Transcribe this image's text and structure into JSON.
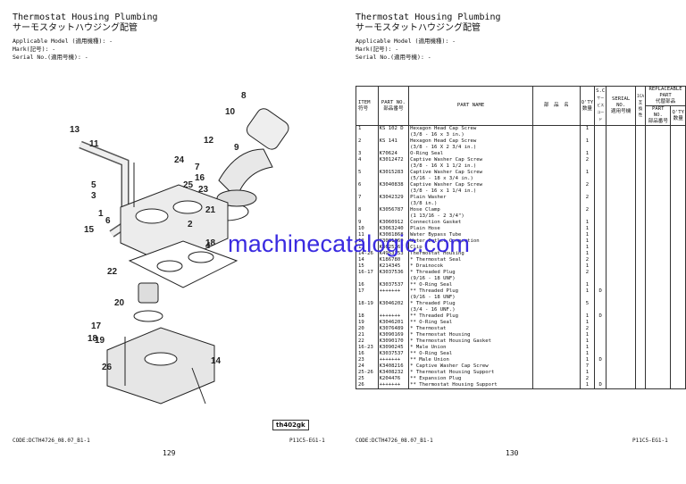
{
  "left": {
    "title_en": "Thermostat Housing Plumbing",
    "title_jp": "サーモスタットハウジング配管",
    "applicable_model": "Applicable Model (適用機種): -",
    "mark": "Mark(記号): -",
    "serial": "Serial No.(適用号機): -",
    "code": "CODE:DCTH4726_08.07_B1-1",
    "section": "P11C5-EG1-1",
    "page_number": "129",
    "figure_tag": "th402gk",
    "callouts": [
      "8",
      "10",
      "13",
      "9",
      "11",
      "12",
      "24",
      "7",
      "16",
      "25",
      "23",
      "21",
      "5",
      "3",
      "1",
      "6",
      "4",
      "22",
      "2",
      "20",
      "17",
      "19",
      "18",
      "18",
      "26",
      "15",
      "14"
    ]
  },
  "right": {
    "title_en": "Thermostat Housing Plumbing",
    "title_jp": "サーモスタットハウジング配管",
    "applicable_model": "Applicable Model (適用機種): -",
    "mark": "Mark(記号): -",
    "serial": "Serial No.(適用号機): -",
    "code": "CODE:DCTH4726_08.07_B1-1",
    "section": "P11C5-EG1-1",
    "page_number": "130",
    "headers": {
      "item": "ITEM",
      "item_jp": "符号",
      "part": "PART NO.",
      "part_jp": "部品番号",
      "name": "PART NAME",
      "name_jp": "部　品　名",
      "qty": "Q'TY",
      "qty_jp": "数量",
      "sc": "S.C",
      "sc_jp": "サービスコード",
      "serial": "SERIAL NO.",
      "serial_jp": "適用号機",
      "ica": "ICA",
      "ica_jp": "互換性",
      "replaceable": "REPLACEABLE PART",
      "replaceable_jp": "代替部品",
      "rp_part": "PART NO.",
      "rp_part_jp": "部品番号",
      "rp_qty": "Q'TY",
      "rp_qty_jp": "数量"
    },
    "rows": [
      {
        "item": "1",
        "part": "KS 102 D",
        "name": "Hexagon Head Cap Screw",
        "qty": "1",
        "sc": ""
      },
      {
        "item": "",
        "part": "",
        "name": "(3/8 - 16 x 3 in.)",
        "qty": "",
        "sc": ""
      },
      {
        "item": "2",
        "part": "KS 141",
        "name": "Hexagon Head Cap Screw",
        "qty": "1",
        "sc": ""
      },
      {
        "item": "",
        "part": "",
        "name": "(3/8 - 16 X 2 3/4 in.)",
        "qty": "",
        "sc": ""
      },
      {
        "item": "3",
        "part": "K70624",
        "name": "O-Ring Seal",
        "qty": "1",
        "sc": ""
      },
      {
        "item": "4",
        "part": "K3012472",
        "name": "Captive Washer Cap Screw",
        "qty": "2",
        "sc": ""
      },
      {
        "item": "",
        "part": "",
        "name": "(3/8 - 16 X 1 1/2 in.)",
        "qty": "",
        "sc": ""
      },
      {
        "item": "5",
        "part": "K3015283",
        "name": "Captive Washer Cap Screw",
        "qty": "1",
        "sc": ""
      },
      {
        "item": "",
        "part": "",
        "name": "(5/16 - 18 x 3/4 in.)",
        "qty": "",
        "sc": ""
      },
      {
        "item": "6",
        "part": "K3040838",
        "name": "Captive Washer Cap Screw",
        "qty": "2",
        "sc": ""
      },
      {
        "item": "",
        "part": "",
        "name": "(3/8 - 16 x 1 1/4 in.)",
        "qty": "",
        "sc": ""
      },
      {
        "item": "7",
        "part": "K3042329",
        "name": "Plain Washer",
        "qty": "2",
        "sc": ""
      },
      {
        "item": "",
        "part": "",
        "name": "(3/8 in.)",
        "qty": "",
        "sc": ""
      },
      {
        "item": "8",
        "part": "K3056787",
        "name": "Hose Clamp",
        "qty": "2",
        "sc": ""
      },
      {
        "item": "",
        "part": "",
        "name": "(1 13/16 - 2 3/4\")",
        "qty": "",
        "sc": ""
      },
      {
        "item": "9",
        "part": "K3060912",
        "name": "Connection Gasket",
        "qty": "1",
        "sc": ""
      },
      {
        "item": "10",
        "part": "K3063240",
        "name": "Plain Hose",
        "qty": "1",
        "sc": ""
      },
      {
        "item": "11",
        "part": "K3081868",
        "name": "Water Bypass Tube",
        "qty": "1",
        "sc": ""
      },
      {
        "item": "12",
        "part": "K3081869",
        "name": "Water Outlet Connection",
        "qty": "1",
        "sc": ""
      },
      {
        "item": "13",
        "part": "K3625267",
        "name": "Clip",
        "qty": "1",
        "sc": ""
      },
      {
        "item": "14-26",
        "part": "K4953153",
        "name": "Thermostat Housing",
        "qty": "1",
        "sc": ""
      },
      {
        "item": "14",
        "part": "K186780",
        "name": "* Thermostat Seal",
        "qty": "2",
        "sc": ""
      },
      {
        "item": "15",
        "part": "K214345",
        "name": "* Drainocok",
        "qty": "1",
        "sc": ""
      },
      {
        "item": "16-17",
        "part": "K3037536",
        "name": "* Threaded Plug",
        "qty": "2",
        "sc": ""
      },
      {
        "item": "",
        "part": "",
        "name": "(9/16 - 18 UNF)",
        "qty": "",
        "sc": ""
      },
      {
        "item": "16",
        "part": "K3037537",
        "name": "** O-Ring Seal",
        "qty": "1",
        "sc": ""
      },
      {
        "item": "17",
        "part": "+++++++",
        "name": "** Threaded Plug",
        "qty": "1",
        "sc": "D"
      },
      {
        "item": "",
        "part": "",
        "name": "(9/16 - 18 UNF)",
        "qty": "",
        "sc": ""
      },
      {
        "item": "18-19",
        "part": "K3046202",
        "name": "* Threaded Plug",
        "qty": "5",
        "sc": ""
      },
      {
        "item": "",
        "part": "",
        "name": "(3/4 - 16 UNF.)",
        "qty": "",
        "sc": ""
      },
      {
        "item": "18",
        "part": "+++++++",
        "name": "** Threaded Plug",
        "qty": "1",
        "sc": "D"
      },
      {
        "item": "19",
        "part": "K3046201",
        "name": "** O-Ring Seal",
        "qty": "1",
        "sc": ""
      },
      {
        "item": "20",
        "part": "K3076489",
        "name": "* Thermostat",
        "qty": "2",
        "sc": ""
      },
      {
        "item": "21",
        "part": "K3090169",
        "name": "* Thermostat Housing",
        "qty": "1",
        "sc": ""
      },
      {
        "item": "22",
        "part": "K3090170",
        "name": "* Thermostat Housing Gasket",
        "qty": "1",
        "sc": ""
      },
      {
        "item": "16-23",
        "part": "K3090245",
        "name": "* Male Union",
        "qty": "1",
        "sc": ""
      },
      {
        "item": "16",
        "part": "K3037537",
        "name": "** O-Ring Seal",
        "qty": "1",
        "sc": ""
      },
      {
        "item": "23",
        "part": "+++++++",
        "name": "** Male Union",
        "qty": "1",
        "sc": "D"
      },
      {
        "item": "24",
        "part": "K3408216",
        "name": "* Captive Washer Cap Screw",
        "qty": "7",
        "sc": ""
      },
      {
        "item": "25-26",
        "part": "K3408232",
        "name": "* Thermostat Housing Support",
        "qty": "1",
        "sc": ""
      },
      {
        "item": "25",
        "part": "K204476",
        "name": "** Expansion Plug",
        "qty": "2",
        "sc": ""
      },
      {
        "item": "26",
        "part": "+++++++",
        "name": "** Thermostat Housing Support",
        "qty": "1",
        "sc": "D"
      }
    ]
  },
  "watermark": "machinecatalogic.com",
  "colors": {
    "watermark": "#3a2be0",
    "ink": "#111111"
  }
}
